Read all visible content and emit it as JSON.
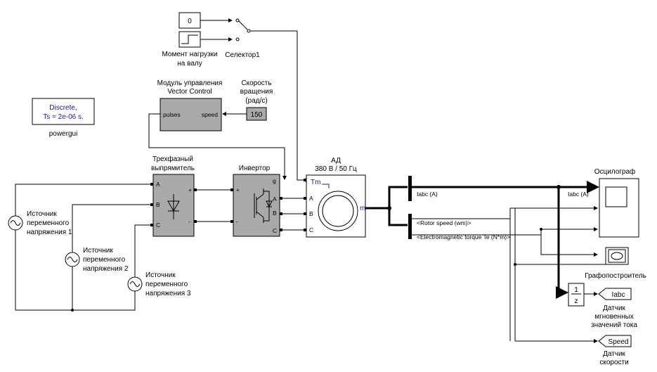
{
  "blocks": {
    "const_zero": {
      "value": "0"
    },
    "load_torque_label": {
      "line1": "Момент нагрузки",
      "line2": "на валу"
    },
    "selector_label": "Селектор1",
    "powergui": {
      "line1": "Discrete,",
      "line2": "Ts = 2e-06  s.",
      "name": "powergui"
    },
    "vector_control": {
      "title1": "Модуль управления",
      "title2": "Vector Control",
      "port_pulses": "pulses",
      "port_speed": "speed"
    },
    "speed_ref": {
      "label1": "Скорость",
      "label2": "вращения",
      "label3": "(рад/с)",
      "value": "150"
    },
    "rectifier": {
      "title1": "Трехфазный",
      "title2": "выпрямитель",
      "port_a": "A",
      "port_b": "B",
      "port_c": "C",
      "port_plus": "+",
      "port_minus": "-"
    },
    "inverter": {
      "title": "Инвертор",
      "port_g": "g",
      "port_plus": "+",
      "port_minus": "-",
      "port_a": "A",
      "port_b": "B",
      "port_c": "C"
    },
    "motor": {
      "title1": "АД",
      "title2": "380 В / 50 Гц",
      "port_tm": "Tm",
      "port_m": "m",
      "port_a": "A",
      "port_b": "B",
      "port_c": "C"
    },
    "source1": {
      "line1": "Источник",
      "line2": "переменного",
      "line3": "напряжения 1"
    },
    "source2": {
      "line1": "Источник",
      "line2": "переменного",
      "line3": "напряжения 2"
    },
    "source3": {
      "line1": "Источник",
      "line2": "переменного",
      "line3": "напряжения 3"
    },
    "signals": {
      "iabc_bus": "Iabc (A)",
      "rotor_speed": "<Rotor speed (wm)>",
      "em_torque": "<Electromagnetic torque Te (N*m)>",
      "iabc_scope": "Iabc (A)"
    },
    "oscilloscope": {
      "title": "Осцилограф"
    },
    "plotter": {
      "title": "Графопостроитель"
    },
    "unit_delay": {
      "num": "1",
      "den": "z"
    },
    "goto_iabc": {
      "tag": "Iabc",
      "line1": "Датчик",
      "line2": "мгновенных",
      "line3": "значений тока"
    },
    "goto_speed": {
      "tag": "Speed",
      "line1": "Датчик",
      "line2": "скорости"
    }
  },
  "colors": {
    "block_gray": "#a9a9a9",
    "motor_tm_blue": "#1a1a8c"
  }
}
